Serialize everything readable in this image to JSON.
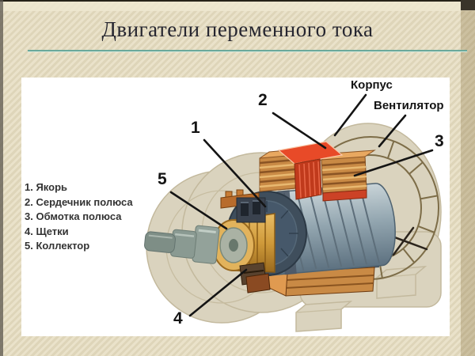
{
  "slide": {
    "title": "Двигатели переменного тока",
    "colors": {
      "background": "#e5ddc3",
      "accent_rule": "#6ba99b",
      "title_text": "#262630",
      "figure_background": "#ffffff"
    }
  },
  "figure": {
    "part_labels": {
      "housing": "Корпус",
      "fan": "Вентилятор"
    },
    "callouts": [
      "1",
      "2",
      "3",
      "4",
      "5"
    ],
    "legend_items": [
      "1. Якорь",
      "2. Сердечник полюса",
      "3. Обмотка полюса",
      "4. Щетки",
      "5. Коллектор"
    ],
    "legend_parts": [
      {
        "number": "1.",
        "name": "Якорь"
      },
      {
        "number": "2.",
        "name": "Сердечник полюса"
      },
      {
        "number": "3.",
        "name": "Обмотка полюса"
      },
      {
        "number": "4.",
        "name": "Щетки"
      },
      {
        "number": "5.",
        "name": "Коллектор"
      }
    ]
  }
}
